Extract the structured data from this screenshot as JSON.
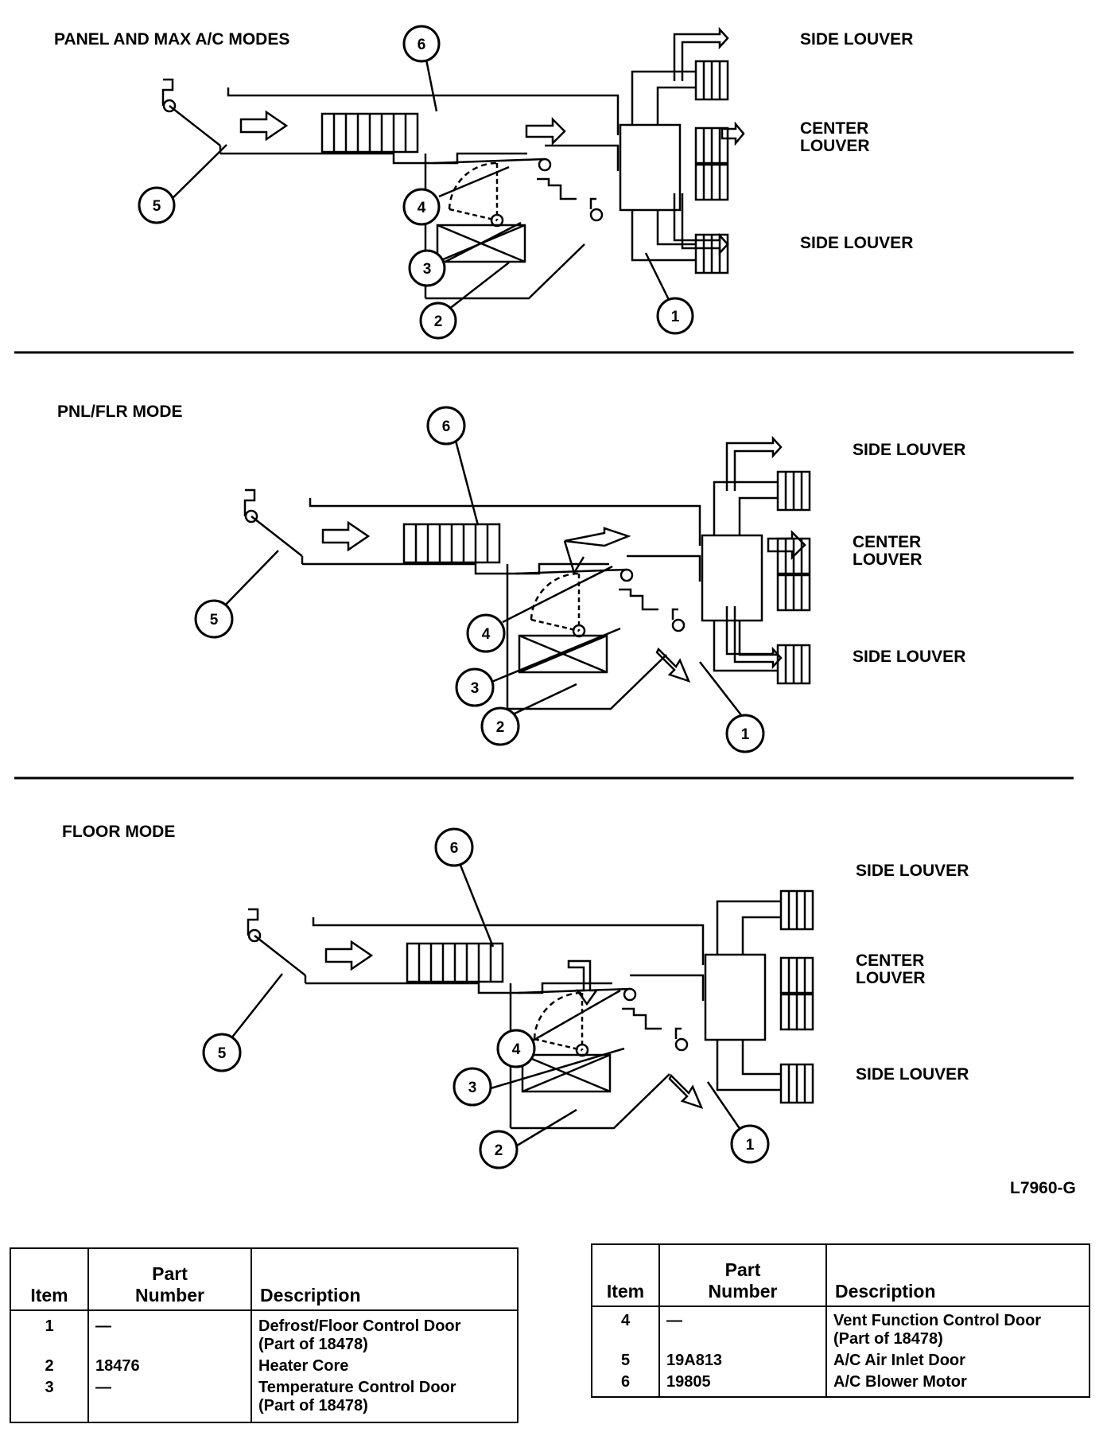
{
  "modes": [
    {
      "title": "PANEL AND MAX A/C MODES",
      "labels": {
        "side_top": "SIDE LOUVER",
        "center_1": "CENTER",
        "center_2": "LOUVER",
        "side_bottom": "SIDE LOUVER"
      }
    },
    {
      "title": "PNL/FLR MODE",
      "labels": {
        "side_top": "SIDE LOUVER",
        "center_1": "CENTER",
        "center_2": "LOUVER",
        "side_bottom": "SIDE LOUVER"
      }
    },
    {
      "title": "FLOOR MODE",
      "labels": {
        "side_top": "SIDE LOUVER",
        "center_1": "CENTER",
        "center_2": "LOUVER",
        "side_bottom": "SIDE LOUVER"
      }
    }
  ],
  "callouts": [
    "1",
    "2",
    "3",
    "4",
    "5",
    "6"
  ],
  "figure_id": "L7960-G",
  "table_headers": {
    "item": "Item",
    "part_1": "Part",
    "part_2": "Number",
    "description": "Description"
  },
  "parts_left": [
    {
      "item": "1",
      "part": "—",
      "desc1": "Defrost/Floor Control Door",
      "desc2": "(Part of 18478)"
    },
    {
      "item": "2",
      "part": "18476",
      "desc1": "Heater Core",
      "desc2": ""
    },
    {
      "item": "3",
      "part": "—",
      "desc1": "Temperature Control Door",
      "desc2": "(Part of 18478)"
    }
  ],
  "parts_right": [
    {
      "item": "4",
      "part": "—",
      "desc1": "Vent Function Control Door",
      "desc2": "(Part of 18478)"
    },
    {
      "item": "5",
      "part": "19A813",
      "desc1": "A/C Air Inlet Door",
      "desc2": ""
    },
    {
      "item": "6",
      "part": "19805",
      "desc1": "A/C Blower Motor",
      "desc2": ""
    }
  ]
}
